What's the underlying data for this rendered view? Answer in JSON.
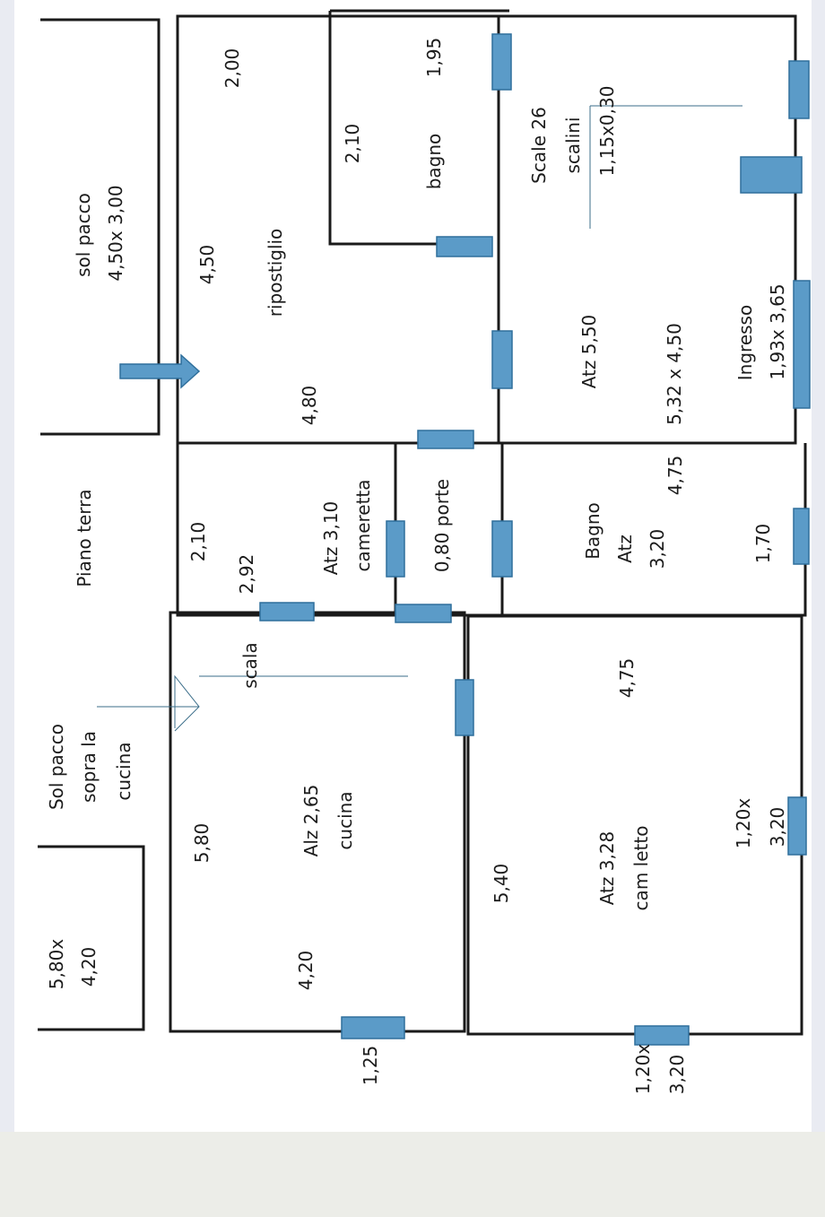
{
  "colors": {
    "wall": "#1a1a1a",
    "door_fill": "#5b9bc8",
    "door_stroke": "#2f6f9c",
    "paper_edge": "#e9ebf2",
    "scan_bottom": "#ecede8"
  },
  "labels": {
    "sol_pacco_top_1": "sol pacco",
    "sol_pacco_top_2": "4,50x 3,00",
    "piano_terra": "Piano terra",
    "sol_pacco_cucina_1": "Sol pacco",
    "sol_pacco_cucina_2": "sopra la",
    "sol_pacco_cucina_3": "cucina",
    "small_room_1": "5,80x",
    "small_room_2": "4,20",
    "ripostiglio_w": "2,00",
    "ripostiglio_h": "4,50",
    "ripostiglio_name": "ripostiglio",
    "ripostiglio_len": "4,80",
    "bagno_h": "2,10",
    "bagno_name": "bagno",
    "bagno_w": "1,95",
    "scale_1": "Scale 26",
    "scale_2": "scalini",
    "scale_3": "1,15x0,30",
    "ingresso_atz": "Atz 5,50",
    "ingresso_dims": "5,32  x 4,50",
    "ingresso_name": "Ingresso",
    "ingresso_size": "1,93x 3,65",
    "cameretta_w": "2,10",
    "cameretta_h": "2,92",
    "cameretta_atz": "Atz 3,10",
    "cameretta_name": "cameretta",
    "porte": "0,80 porte",
    "bagno2_name": "Bagno",
    "bagno2_atz": "Atz",
    "bagno2_h": "3,20",
    "bagno2_len": "4,75",
    "bagno2_w": "1,70",
    "scala": "scala",
    "cucina_h": "5,80",
    "cucina_alz": "Alz 2,65",
    "cucina_name": "cucina",
    "cucina_w": "4,20",
    "cucina_window": "1,25",
    "camletto_len": "4,75",
    "camletto_h": "5,40",
    "camletto_atz": "Atz 3,28",
    "camletto_name": "cam letto",
    "camletto_win_1": "1,20x",
    "camletto_win_2": "3,20",
    "bottom_win_1": "1,20x",
    "bottom_win_2": "3,20"
  }
}
